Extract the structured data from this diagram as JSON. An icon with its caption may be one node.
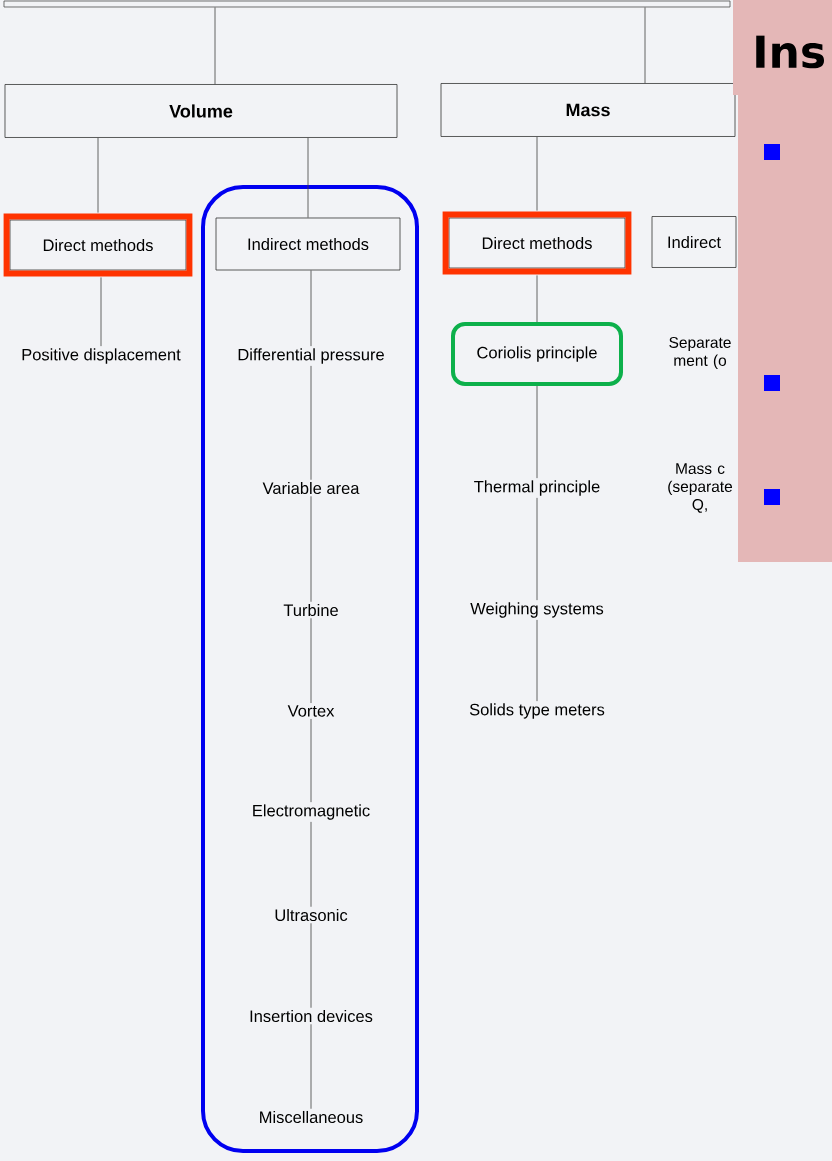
{
  "diagram": {
    "nodes": [
      {
        "text": [],
        "shape": "box"
      },
      {
        "text": [
          "Volume"
        ]
      },
      {
        "text": [
          "Mass"
        ]
      },
      {
        "text": [
          "Direct methods"
        ]
      },
      {
        "text": [],
        "shape": "box"
      },
      {
        "text": [
          "Indirect methods"
        ],
        "in": 4
      },
      {
        "text": [
          "Direct methods"
        ]
      },
      {
        "text": [
          "Indirect"
        ]
      },
      {
        "text": [
          "Positive displacement"
        ]
      },
      {
        "text": [
          "Differential pressure"
        ],
        "in": 4
      },
      {
        "text": [
          "Variable area"
        ],
        "in": 4
      },
      {
        "text": [
          "Turbine"
        ],
        "in": 4
      },
      {
        "text": [
          "Vortex"
        ],
        "in": 4
      },
      {
        "text": [
          "Electromagnetic"
        ],
        "in": 4
      },
      {
        "text": [
          "Ultrasonic"
        ],
        "in": 4
      },
      {
        "text": [
          "Insertion devices"
        ],
        "in": 4
      },
      {
        "text": [
          "Miscellaneous"
        ],
        "in": 4
      },
      {
        "text": [
          "Coriolis principle"
        ]
      },
      {
        "text": [
          "Separate ment (o"
        ]
      },
      {
        "text": [
          "Thermal principle"
        ]
      },
      {
        "text": [
          "Mass c (separate Q,"
        ]
      },
      {
        "text": [
          "Weighing systems"
        ]
      },
      {
        "text": [
          "Solids type meters"
        ]
      }
    ],
    "edges": [
      {
        "from": 0,
        "to": 1,
        "arrow": "none"
      },
      {
        "from": 0,
        "to": 2,
        "arrow": "none"
      },
      {
        "from": 1,
        "to": 3,
        "arrow": "none"
      },
      {
        "from": 1,
        "to": 5,
        "arrow": "none"
      },
      {
        "from": 2,
        "to": 6,
        "arrow": "none"
      },
      {
        "from": 3,
        "to": 8,
        "arrow": "none"
      },
      {
        "from": 5,
        "to": 9,
        "arrow": "none"
      },
      {
        "from": 9,
        "to": 10,
        "arrow": "none"
      },
      {
        "from": 10,
        "to": 11,
        "arrow": "none"
      },
      {
        "from": 11,
        "to": 12,
        "arrow": "none"
      },
      {
        "from": 12,
        "to": 13,
        "arrow": "none"
      },
      {
        "from": 13,
        "to": 14,
        "arrow": "none"
      },
      {
        "from": 14,
        "to": 15,
        "arrow": "none"
      },
      {
        "from": 15,
        "to": 16,
        "arrow": "none"
      },
      {
        "from": 6,
        "to": 17,
        "arrow": "none"
      },
      {
        "from": 17,
        "to": 19,
        "arrow": "none"
      },
      {
        "from": 19,
        "to": 21,
        "arrow": "none"
      },
      {
        "from": 21,
        "to": 22,
        "arrow": "none"
      }
    ],
    "labels": [
      "Ins"
    ]
  }
}
